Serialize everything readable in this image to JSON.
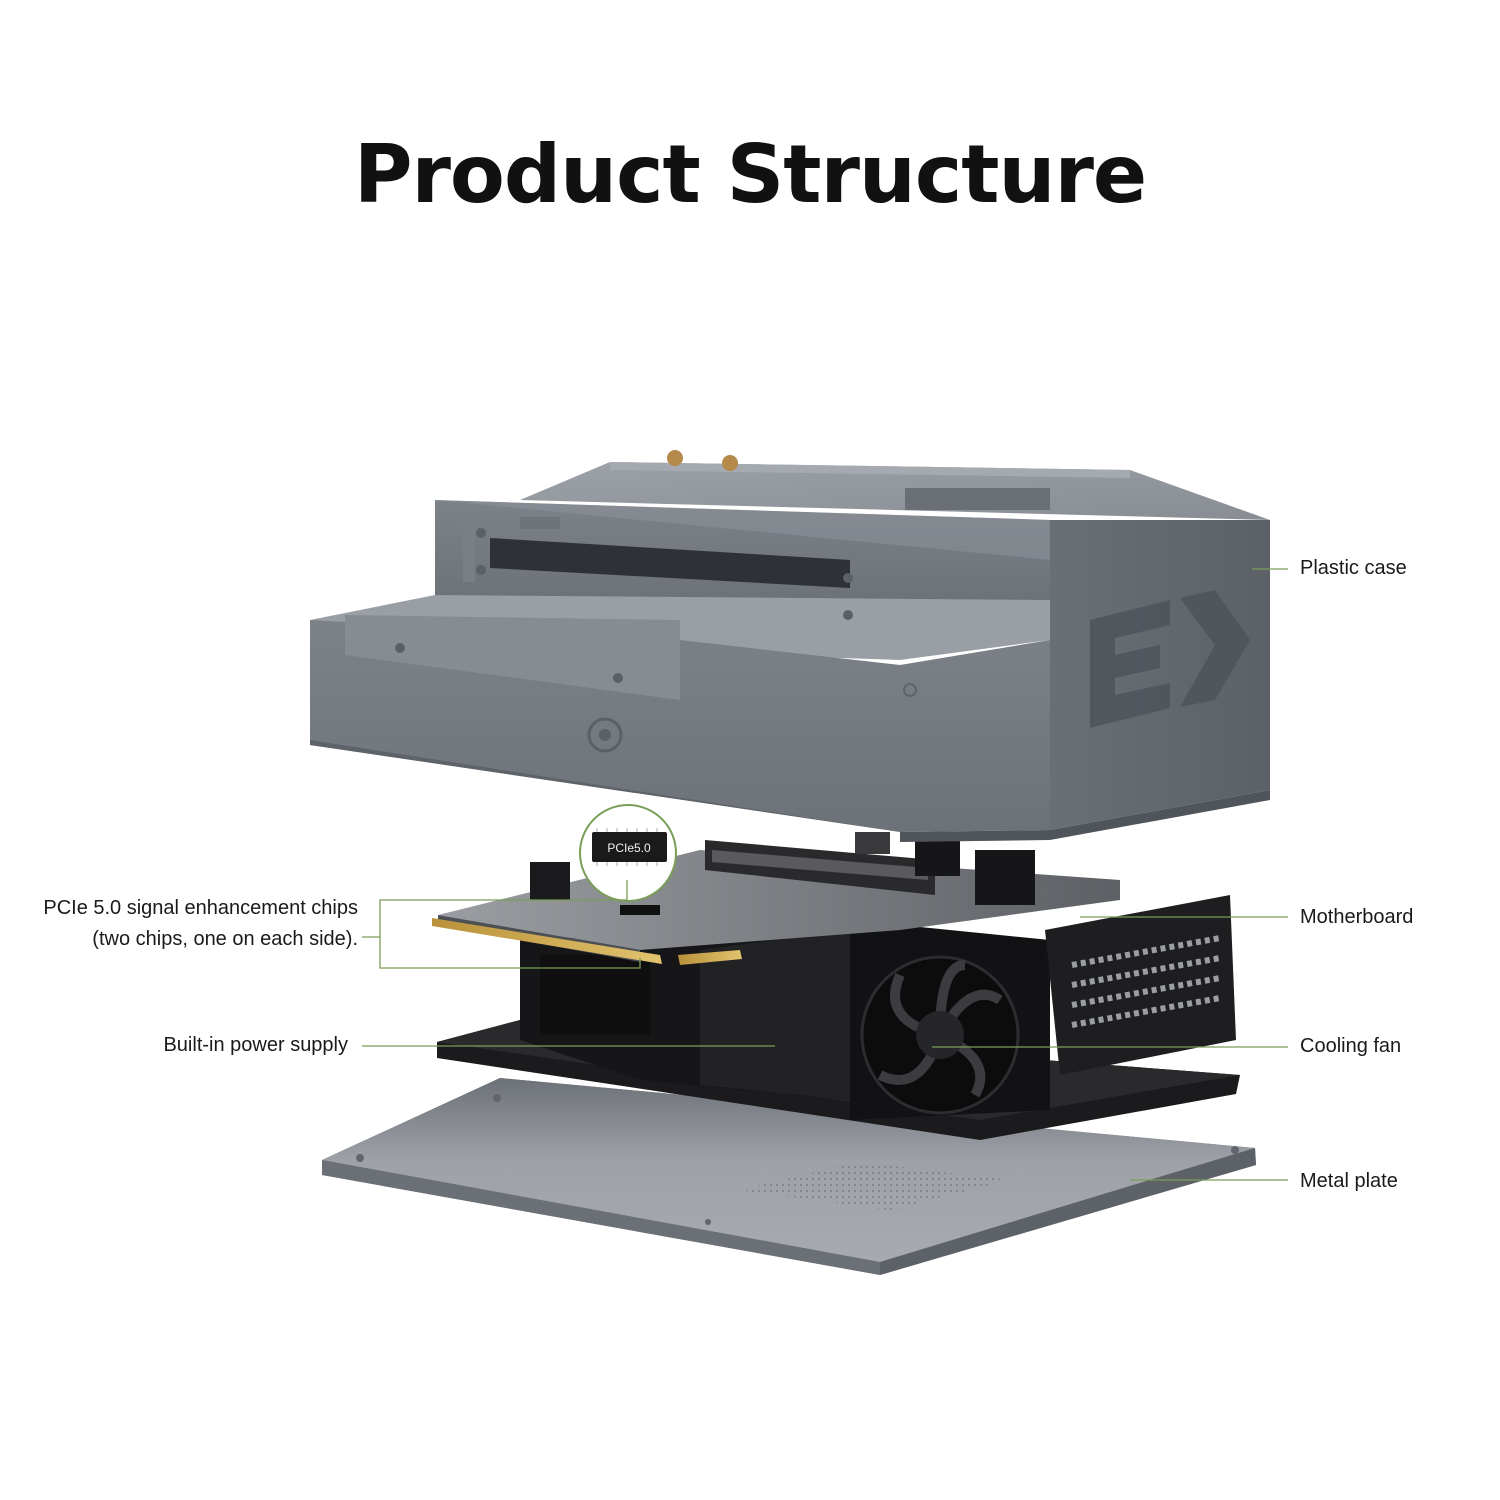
{
  "title": "Product Structure",
  "callout_chip_text": "PCIe5.0",
  "labels": {
    "plastic_case": "Plastic case",
    "motherboard": "Motherboard",
    "cooling_fan": "Cooling fan",
    "metal_plate": "Metal plate",
    "built_in_power_supply": "Built-in power supply",
    "pcie_line1": "PCIe 5.0 signal enhancement chips",
    "pcie_line2": "(two chips, one on each side)."
  },
  "colors": {
    "leader_line": "#7a9e57",
    "case_gray": "#8b9097",
    "board_dark": "#1c1c1e",
    "plate_gray": "#8c9198"
  }
}
